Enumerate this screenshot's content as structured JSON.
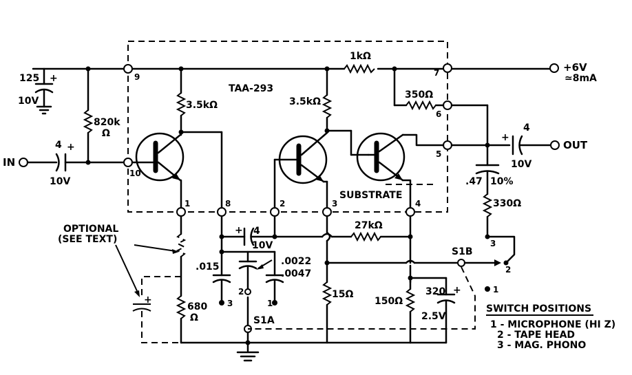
{
  "ic": {
    "name": "TAA-293",
    "substrate": "SUBSTRATE"
  },
  "pins": [
    "9",
    "10",
    "1",
    "8",
    "2",
    "3",
    "4",
    "5",
    "6",
    "7"
  ],
  "terminals": {
    "input": "IN",
    "output": "OUT",
    "supply": "+6V",
    "current": "≃8mA"
  },
  "components": {
    "c_supply_val": "125",
    "c_supply_v": "10V",
    "c_in_val": "4",
    "c_in_v": "10V",
    "r_bias": "820k",
    "r_bias_unit": "Ω",
    "r_c1": "3.5kΩ",
    "r_c2": "3.5kΩ",
    "r_1k": "1kΩ",
    "r_350": "350Ω",
    "c_out_val": "4",
    "c_out_v": "10V",
    "c_fb": ".47",
    "c_fb_tol": "10%",
    "r_330": "330Ω",
    "c_pin8_val": "4",
    "c_pin8_v": "10V",
    "r_27k": "27kΩ",
    "c_015": ".015",
    "c_0022": ".0022",
    "c_0047": ".0047",
    "r_15": "15Ω",
    "r_150": "150Ω",
    "c_320_val": "320",
    "c_320_v": "2.5V",
    "r_680": "680",
    "r_680_unit": "Ω"
  },
  "switches": {
    "s1a": "S1A",
    "s1b": "S1B",
    "p1": "1",
    "p2": "2",
    "p3": "3"
  },
  "optional": {
    "line1": "OPTIONAL",
    "line2": "(SEE TEXT)"
  },
  "legend": {
    "title": "SWITCH POSITIONS",
    "items": [
      "1 - MICROPHONE (HI Z)",
      "2 - TAPE HEAD",
      "3 - MAG. PHONO"
    ]
  }
}
